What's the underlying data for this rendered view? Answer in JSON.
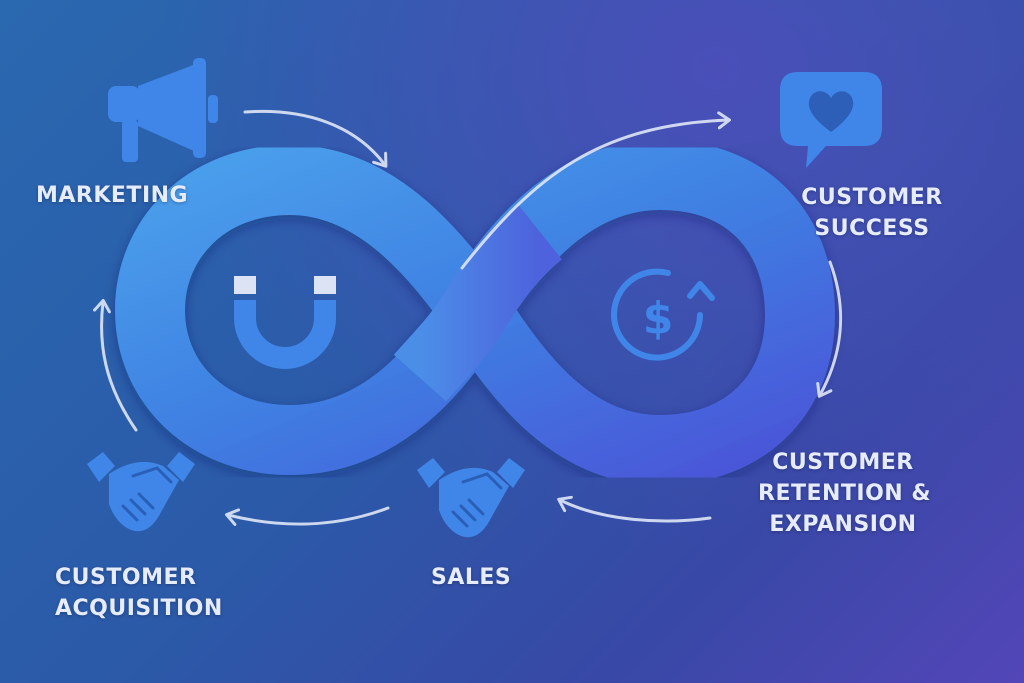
{
  "diagram": {
    "labels": {
      "marketing": "MARKETING",
      "customer_success": [
        "CUSTOMER",
        "SUCCESS"
      ],
      "customer_retention": [
        "CUSTOMER",
        "RETENTION &",
        "EXPANSION"
      ],
      "sales": "SALES",
      "customer_acquisition": [
        "CUSTOMER",
        "ACQUISITION"
      ]
    },
    "icons": [
      "megaphone-icon",
      "heart-chat-icon",
      "magnet-icon",
      "dollar-cycle-icon",
      "handshake-icon"
    ],
    "colors": {
      "loop_light": "#4aa0ec",
      "loop_dark": "#4a55d8",
      "icon": "#3f86e8",
      "arrow": "#dfe7f8",
      "text": "#e6ecfb"
    }
  }
}
